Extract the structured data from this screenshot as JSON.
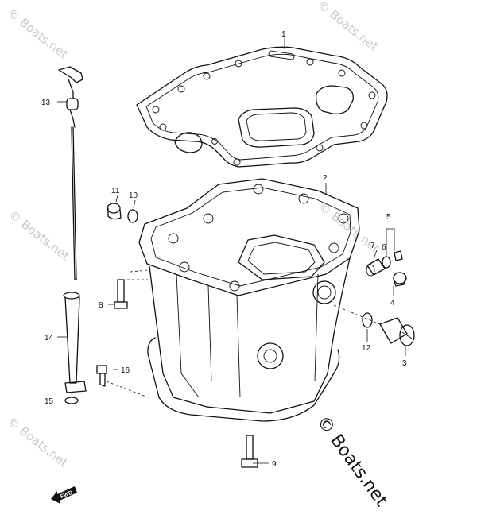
{
  "callouts": {
    "c1": "1",
    "c2": "2",
    "c3": "3",
    "c4": "4",
    "c5": "5",
    "c6": "6",
    "c7": "7",
    "c8": "8",
    "c9": "9",
    "c10": "10",
    "c11": "11",
    "c12": "12",
    "c13": "13",
    "c14": "14",
    "c15": "15",
    "c16": "16"
  },
  "watermark": "© Boats.net",
  "brand": "© Boats.net",
  "fwd_label": "FWD"
}
